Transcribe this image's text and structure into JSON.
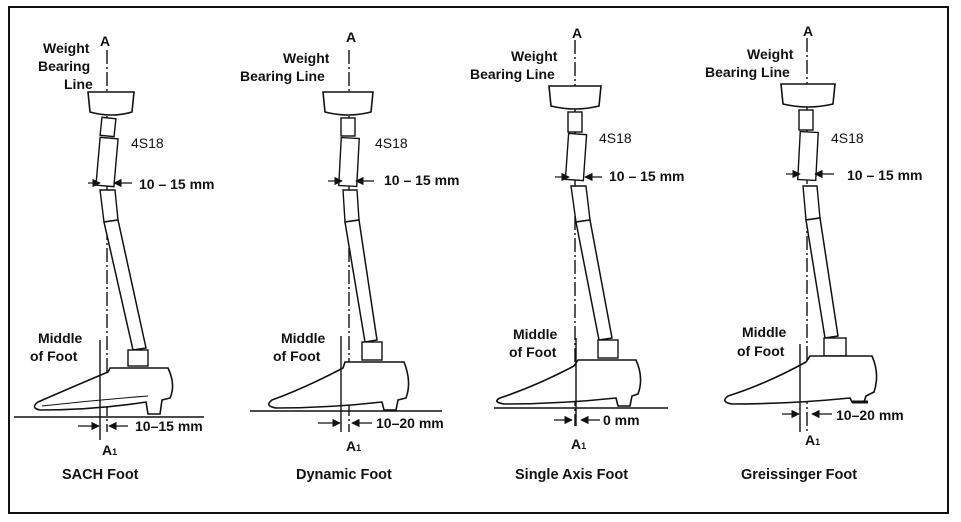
{
  "panels": [
    {
      "id": "sach",
      "top_label": "A",
      "weight_line_1": "Weight",
      "weight_line_2": "Bearing",
      "weight_line_3": "Line",
      "part_code": "4S18",
      "offset_label": "10 – 15 mm",
      "middle_line_1": "Middle",
      "middle_line_2": "of Foot",
      "bottom_offset": "10–15 mm",
      "bottom_label_main": "A",
      "bottom_label_sub": "1",
      "title": "SACH Foot"
    },
    {
      "id": "dynamic",
      "top_label": "A",
      "weight_line_1": "Weight",
      "weight_line_2": "Bearing Line",
      "part_code": "4S18",
      "offset_label": "10 – 15 mm",
      "middle_line_1": "Middle",
      "middle_line_2": "of Foot",
      "bottom_offset": "10–20 mm",
      "bottom_label_main": "A",
      "bottom_label_sub": "1",
      "title": "Dynamic Foot"
    },
    {
      "id": "single-axis",
      "top_label": "A",
      "weight_line_1": "Weight",
      "weight_line_2": "Bearing Line",
      "part_code": "4S18",
      "offset_label": "10 – 15 mm",
      "middle_line_1": "Middle",
      "middle_line_2": "of Foot",
      "bottom_offset": "0 mm",
      "bottom_label_main": "A",
      "bottom_label_sub": "1",
      "title": "Single Axis Foot"
    },
    {
      "id": "greissinger",
      "top_label": "A",
      "weight_line_1": "Weight",
      "weight_line_2": "Bearing Line",
      "part_code": "4S18",
      "offset_label": "10 – 15 mm",
      "middle_line_1": "Middle",
      "middle_line_2": "of Foot",
      "bottom_offset": "10–20 mm",
      "bottom_label_main": "A",
      "bottom_label_sub": "1",
      "title": "Greissinger Foot"
    }
  ]
}
